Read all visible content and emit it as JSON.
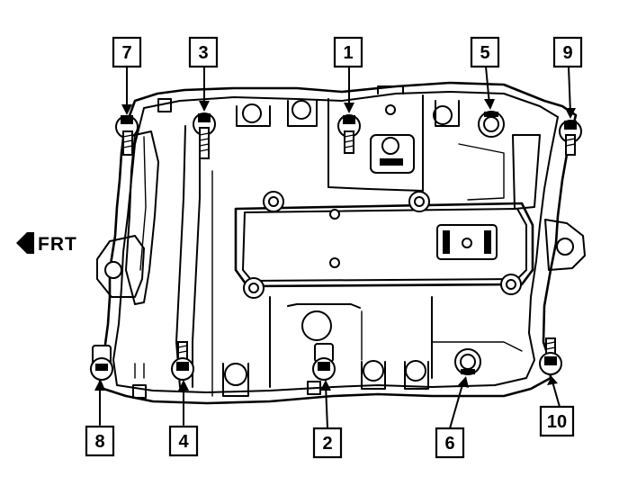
{
  "direction_label": "FRT",
  "callouts": [
    "7",
    "3",
    "1",
    "5",
    "9",
    "8",
    "4",
    "2",
    "6",
    "10"
  ]
}
